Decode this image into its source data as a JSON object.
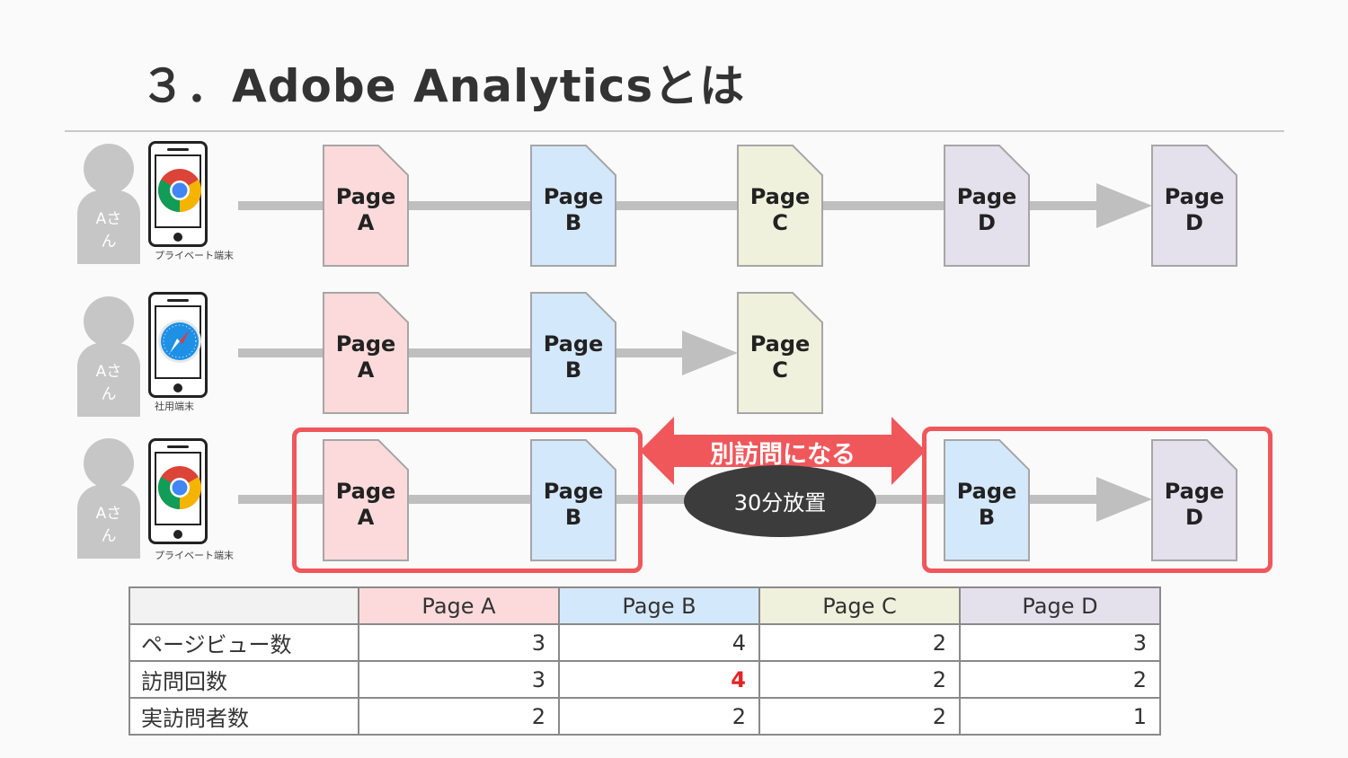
{
  "title": "３．Adobe Analyticsとは",
  "colors": {
    "page_a": "#fcdadb",
    "page_b": "#d4e8fc",
    "page_c": "#eff1dc",
    "page_d": "#e4e0ec",
    "doc_border": "#a6a6a6",
    "connector": "#bfbfbf",
    "highlight_red": "#f0575b",
    "number_red": "#e52222"
  },
  "rows": [
    {
      "person_label": "Aさ\nん",
      "device_icon": "chrome-icon",
      "device_label": "プライベート端末",
      "pages": [
        {
          "text": "Page\nA",
          "color_key": "page_a"
        },
        {
          "text": "Page\nB",
          "color_key": "page_b"
        },
        {
          "text": "Page\nC",
          "color_key": "page_c"
        },
        {
          "text": "Page\nD",
          "color_key": "page_d"
        },
        {
          "text": "Page\nD",
          "color_key": "page_d"
        }
      ]
    },
    {
      "person_label": "Aさ\nん",
      "device_icon": "safari-icon",
      "device_label": "社用端末",
      "pages": [
        {
          "text": "Page\nA",
          "color_key": "page_a"
        },
        {
          "text": "Page\nB",
          "color_key": "page_b"
        },
        {
          "text": "Page\nC",
          "color_key": "page_c"
        }
      ]
    },
    {
      "person_label": "Aさ\nん",
      "device_icon": "chrome-icon",
      "device_label": "プライベート端末",
      "pages": [
        {
          "text": "Page\nA",
          "color_key": "page_a"
        },
        {
          "text": "Page\nB",
          "color_key": "page_b"
        },
        {
          "text": "Page\nB",
          "color_key": "page_b"
        },
        {
          "text": "Page\nD",
          "color_key": "page_d"
        }
      ]
    }
  ],
  "separate_visit_label": "別訪問になる",
  "idle_label": "30分放置",
  "table": {
    "headers": [
      "",
      "Page A",
      "Page B",
      "Page C",
      "Page D"
    ],
    "rows": [
      {
        "label": "ページビュー数",
        "values": [
          "3",
          "4",
          "2",
          "3"
        ]
      },
      {
        "label": "訪問回数",
        "values": [
          "3",
          "4",
          "2",
          "2"
        ]
      },
      {
        "label": "実訪問者数",
        "values": [
          "2",
          "2",
          "2",
          "1"
        ]
      }
    ],
    "highlighted_cell": "訪問回数 / Page B"
  }
}
